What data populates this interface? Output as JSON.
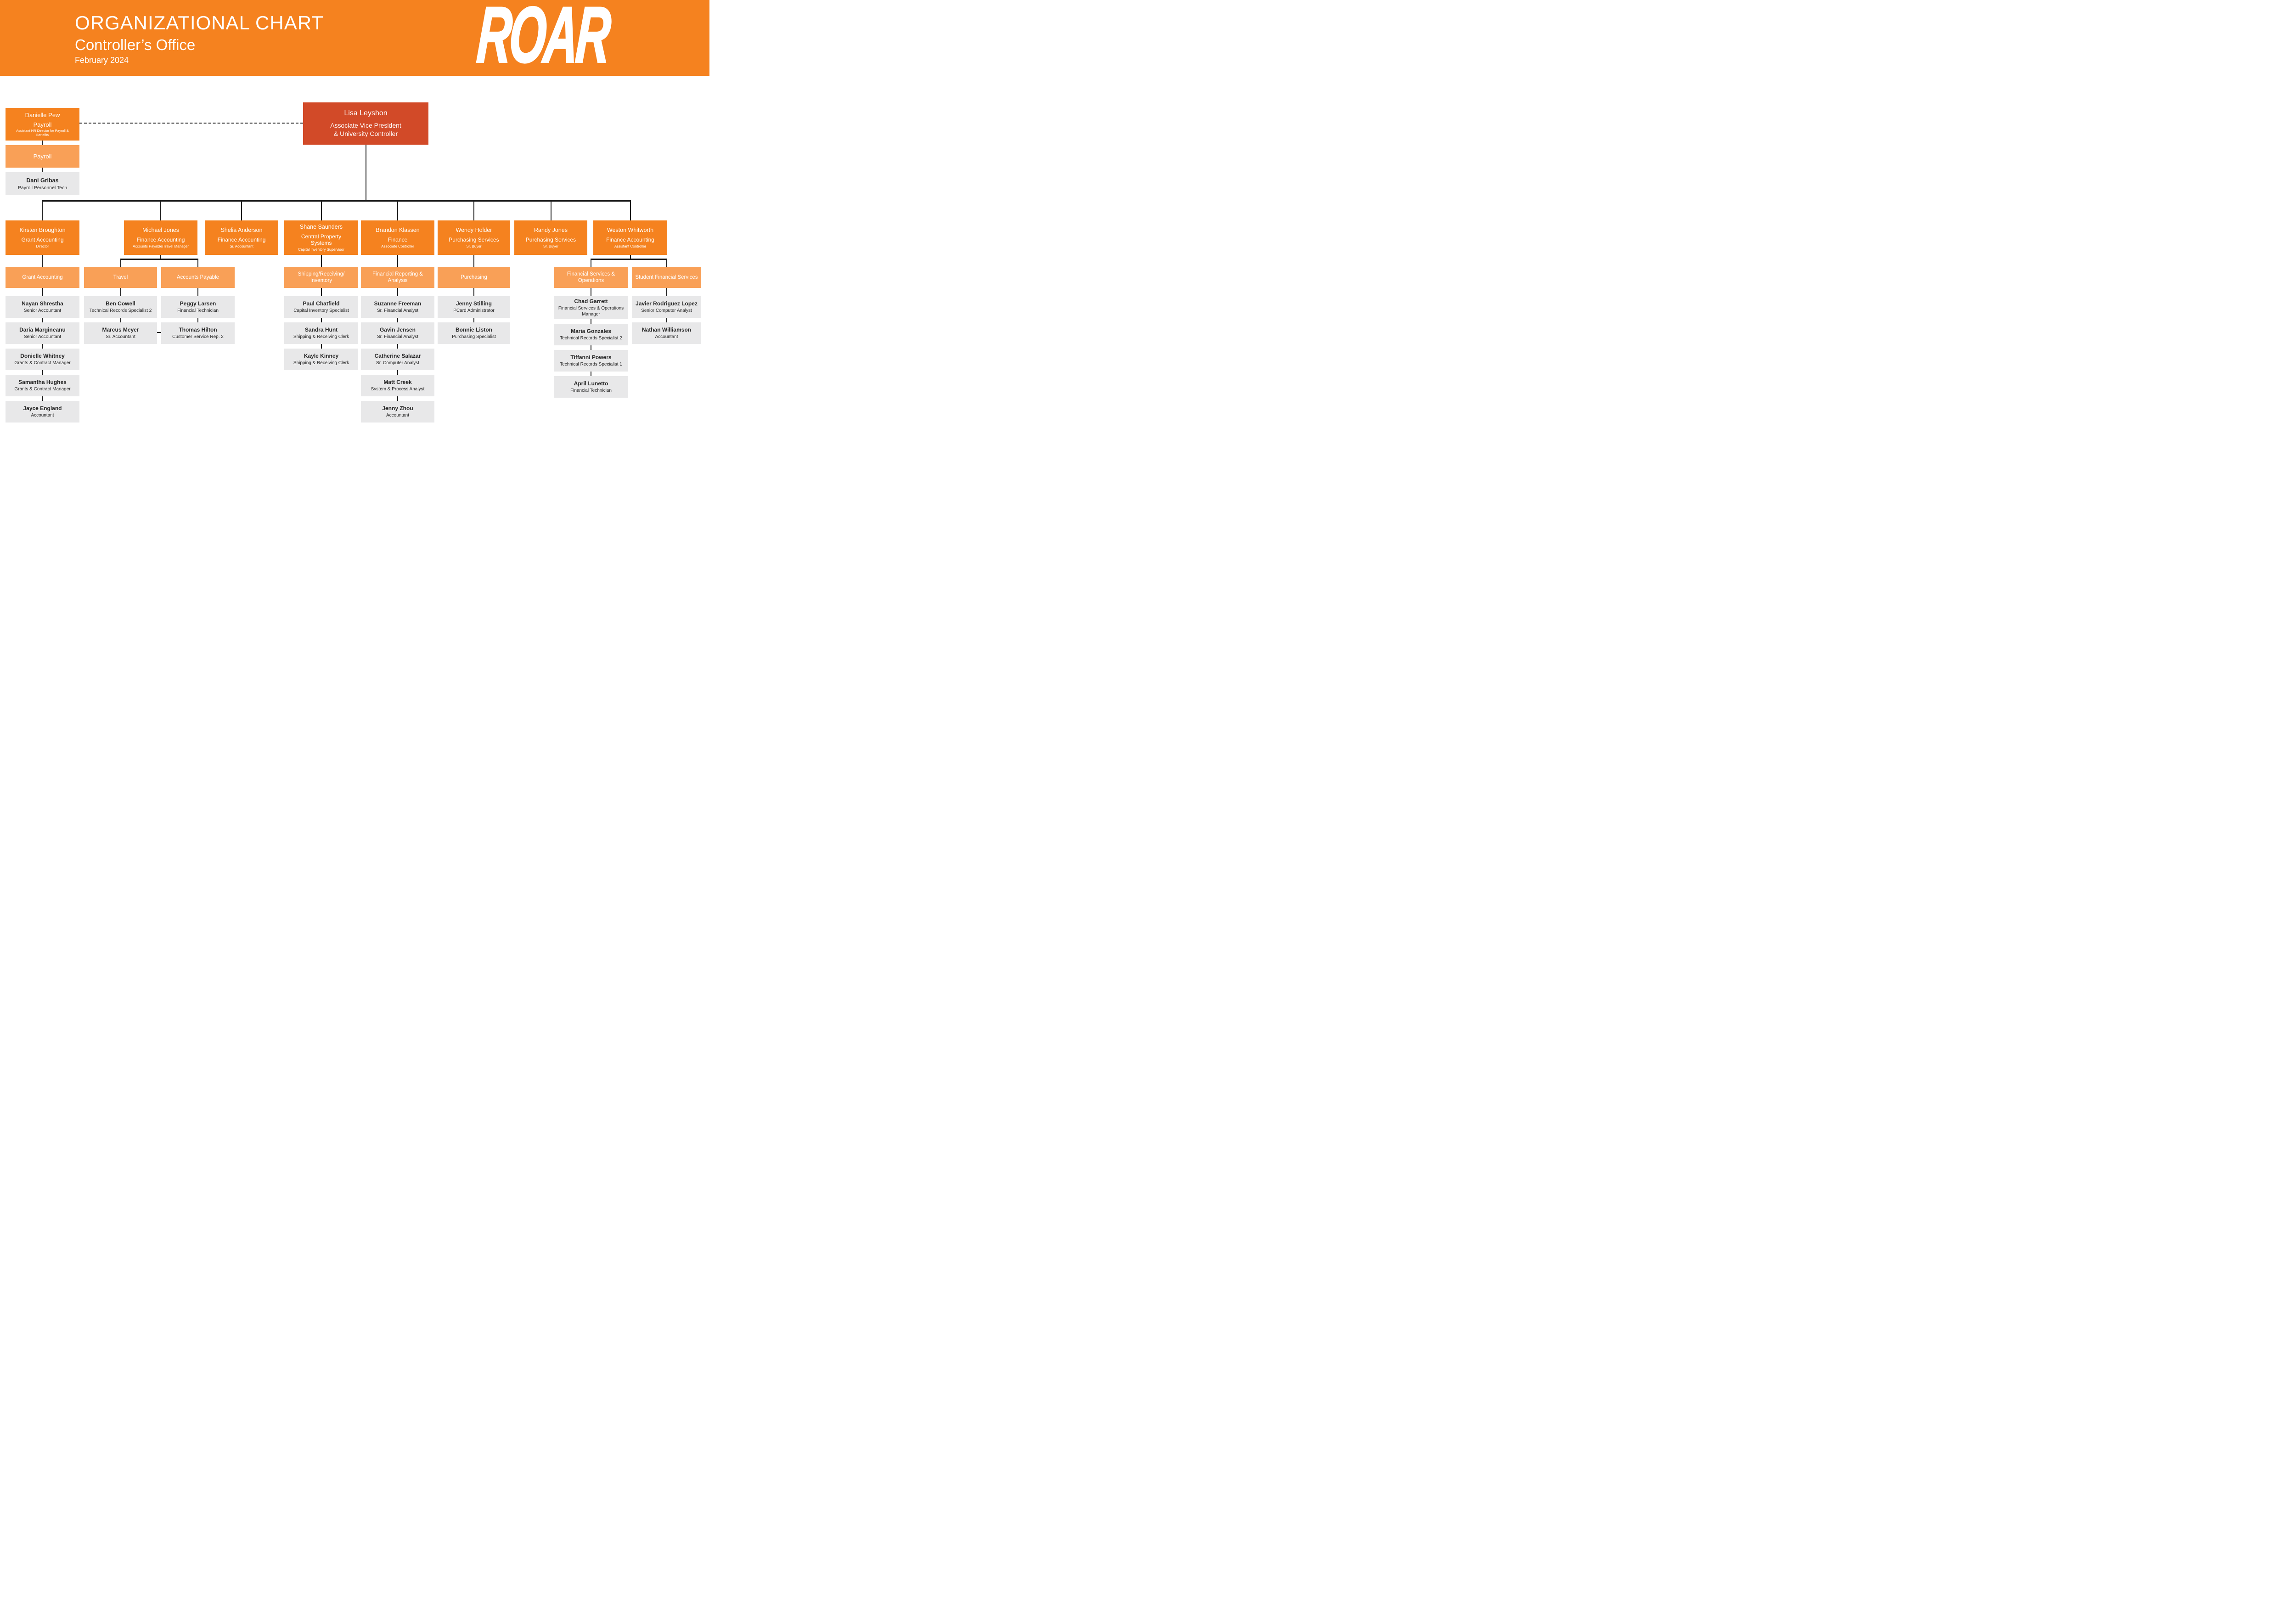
{
  "header": {
    "title": "ORGANIZATIONAL CHART",
    "subtitle": "Controller’s Office",
    "date": "February 2024",
    "logo": "ROAR"
  },
  "colors": {
    "banner_orange": "#F5821F",
    "team_orange": "#F9A057",
    "top_box_red_orange": "#D24A28",
    "employee_gray": "#E8E8E9"
  },
  "top": {
    "name": "Lisa Leyshon",
    "title": "Associate Vice President\n& University Controller"
  },
  "payroll_branch": {
    "lead": {
      "name": "Danielle Pew",
      "dept": "Payroll",
      "title": "Assistant HR Director for Payroll &\nBenefits"
    },
    "team_label": "Payroll",
    "people": [
      {
        "name": "Dani Gribas",
        "title": "Payroll Personnel Tech"
      }
    ]
  },
  "managers": [
    {
      "name": "Kirsten Broughton",
      "dept": "Grant Accounting",
      "title": "Director"
    },
    {
      "name": "Michael Jones",
      "dept": "Finance Accounting",
      "title": "Accounts Payable/Travel Manager"
    },
    {
      "name": "Shelia Anderson",
      "dept": "Finance Accounting",
      "title": "Sr. Accountant"
    },
    {
      "name": "Shane Saunders",
      "dept": "Central Property\nSystems",
      "title": "Capital Inventory Supervisor"
    },
    {
      "name": "Brandon Klassen",
      "dept": "Finance",
      "title": "Associate Controller"
    },
    {
      "name": "Wendy Holder",
      "dept": "Purchasing Services",
      "title": "Sr. Buyer"
    },
    {
      "name": "Randy Jones",
      "dept": "Purchasing Services",
      "title": "Sr. Buyer"
    },
    {
      "name": "Weston Whitworth",
      "dept": "Finance Accounting",
      "title": "Assistant Controller"
    }
  ],
  "columns": {
    "grant": {
      "label": "Grant Accounting",
      "people": [
        {
          "name": "Nayan Shrestha",
          "title": "Senior Accountant"
        },
        {
          "name": "Daria Margineanu",
          "title": "Senior Accountant"
        },
        {
          "name": "Donielle Whitney",
          "title": "Grants & Contract Manager"
        },
        {
          "name": "Samantha Hughes",
          "title": "Grants & Contract Manager"
        },
        {
          "name": "Jayce England",
          "title": "Accountant"
        }
      ]
    },
    "travel": {
      "label": "Travel",
      "people": [
        {
          "name": "Ben Cowell",
          "title": "Technical Records Specialist 2"
        },
        {
          "name": "Marcus Meyer",
          "title": "Sr. Accountant"
        }
      ]
    },
    "accounts_payable": {
      "label": "Accounts Payable",
      "people": [
        {
          "name": "Peggy Larsen",
          "title": "Financial Technician"
        },
        {
          "name": "Thomas Hilton",
          "title": "Customer Service Rep. 2"
        }
      ]
    },
    "shipping": {
      "label": "Shipping/Receiving/\nInventory",
      "people": [
        {
          "name": "Paul Chatfield",
          "title": "Capital Inventory Specialist"
        },
        {
          "name": "Sandra Hunt",
          "title": "Shipping & Receiving Clerk"
        },
        {
          "name": "Kayle Kinney",
          "title": "Shipping & Receiving Clerk"
        }
      ]
    },
    "financial_reporting": {
      "label": "Financial Reporting &\nAnalysis",
      "people": [
        {
          "name": "Suzanne Freeman",
          "title": "Sr. Financial Analyst"
        },
        {
          "name": "Gavin Jensen",
          "title": "Sr. Financial Analyst"
        },
        {
          "name": "Catherine Salazar",
          "title": "Sr. Computer Analyst"
        },
        {
          "name": "Matt Creek",
          "title": "System & Process Analyst"
        },
        {
          "name": "Jenny Zhou",
          "title": "Accountant"
        }
      ]
    },
    "purchasing": {
      "label": "Purchasing",
      "people": [
        {
          "name": "Jenny Stilling",
          "title": "PCard Administrator"
        },
        {
          "name": "Bonnie Liston",
          "title": "Purchasing Specialist"
        }
      ]
    },
    "financial_services_ops": {
      "label": "Financial Services &\nOperations",
      "people": [
        {
          "name": "Chad Garrett",
          "title": "Financial Services & Operations\nManager"
        },
        {
          "name": "Maria Gonzales",
          "title": "Technical Records Specialist 2"
        },
        {
          "name": "Tiffanni Powers",
          "title": "Technical Records Specialist 1"
        },
        {
          "name": "April Lunetto",
          "title": "Financial Technician"
        }
      ]
    },
    "student_financial": {
      "label": "Student Financial Services",
      "people": [
        {
          "name": "Javier Rodriguez Lopez",
          "title": "Senior Computer Analyst"
        },
        {
          "name": "Nathan Williamson",
          "title": "Accountant"
        }
      ]
    }
  }
}
